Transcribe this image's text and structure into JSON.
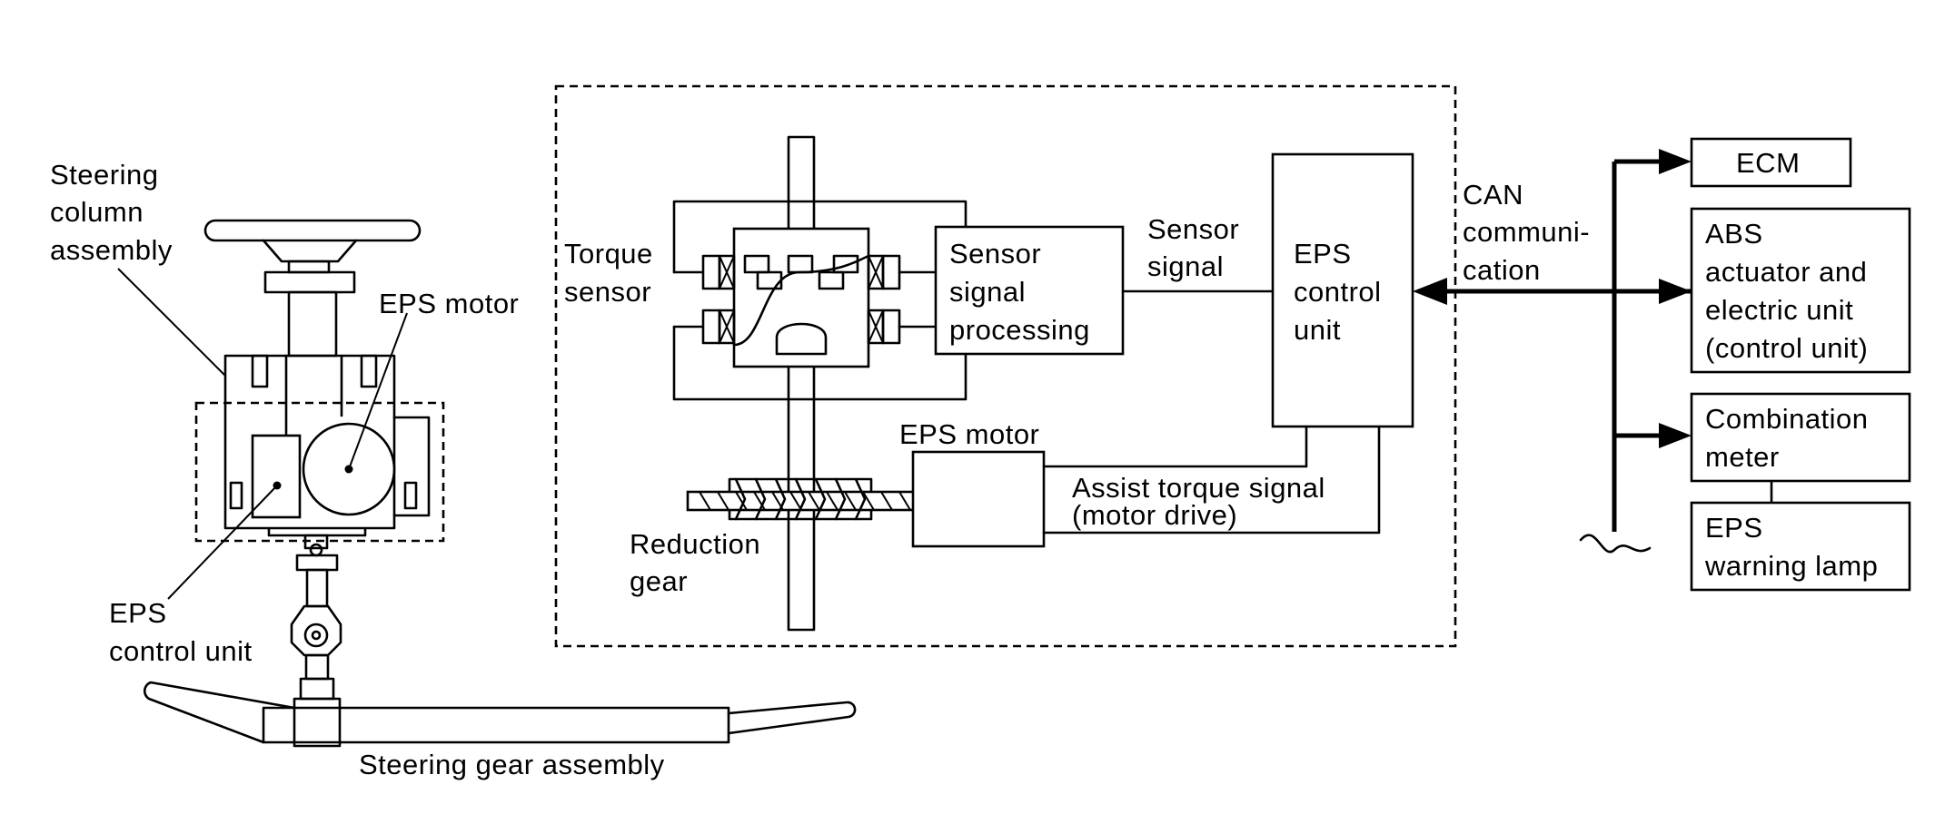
{
  "labels": {
    "steering_column_assembly": [
      "Steering",
      "column",
      "assembly"
    ],
    "eps_motor_left": "EPS motor",
    "eps_control_unit_left": [
      "EPS",
      "control unit"
    ],
    "steering_gear_assembly": "Steering gear assembly",
    "torque_sensor": [
      "Torque",
      "sensor"
    ],
    "sensor_signal_processing": [
      "Sensor",
      "signal",
      "processing"
    ],
    "sensor_signal": [
      "Sensor",
      "signal"
    ],
    "eps_control_unit_box": [
      "EPS",
      "control",
      "unit"
    ],
    "eps_motor_center": "EPS motor",
    "reduction_gear": [
      "Reduction",
      "gear"
    ],
    "assist_torque_signal": [
      "Assist torque signal",
      "(motor drive)"
    ],
    "can_communication": [
      "CAN",
      "communi-",
      "cation"
    ],
    "ecm": "ECM",
    "abs_unit": [
      "ABS",
      "actuator and",
      "electric unit",
      "(control unit)"
    ],
    "combination_meter": [
      "Combination",
      "meter"
    ],
    "eps_warning_lamp": [
      "EPS",
      "warning lamp"
    ]
  }
}
